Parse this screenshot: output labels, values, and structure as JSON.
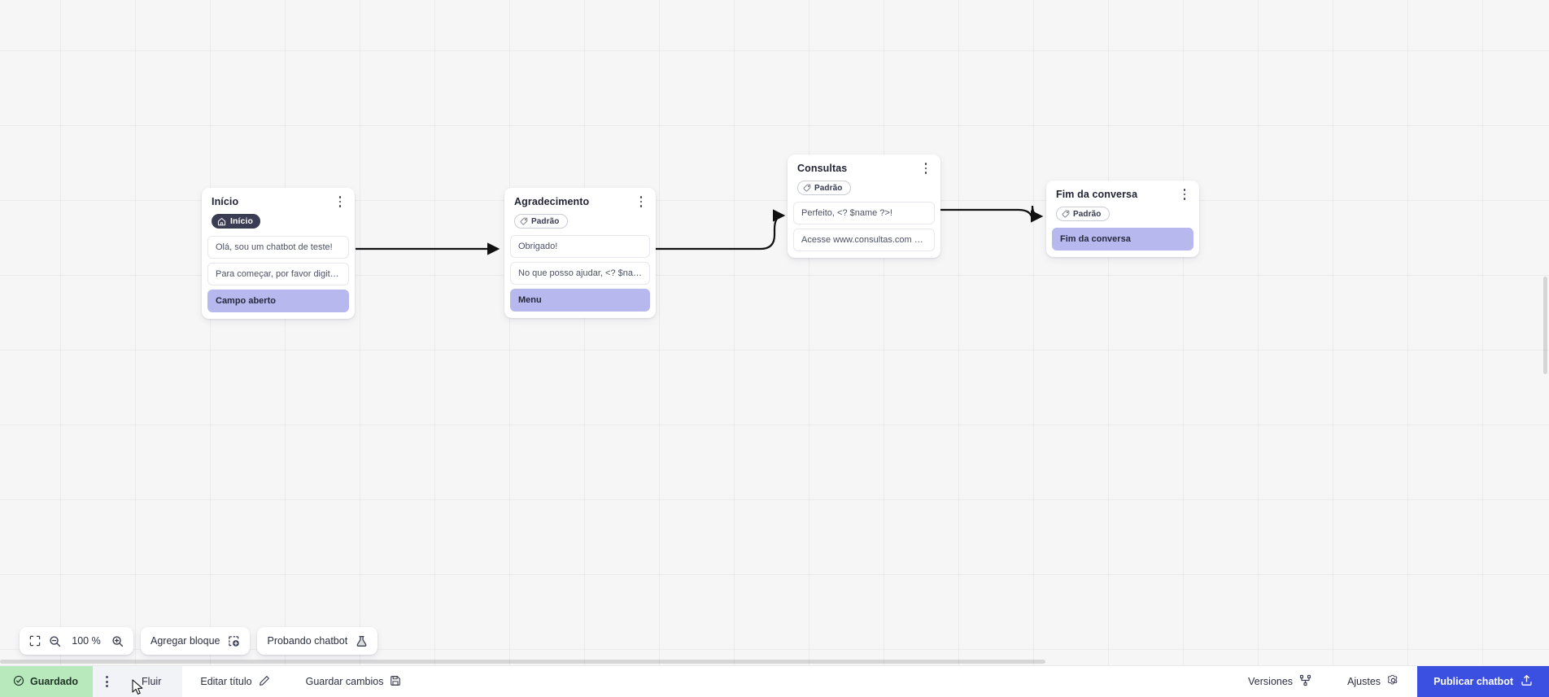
{
  "canvas": {
    "zoom_level": "100 %",
    "nodes": [
      {
        "id": "inicio",
        "title": "Início",
        "badge": {
          "label": "Início",
          "icon": "home-icon",
          "style": "start"
        },
        "rows": [
          {
            "text": "Olá, sou um chatbot de teste!",
            "accent": false
          },
          {
            "text": "Para começar, por favor digite o ...",
            "accent": false
          },
          {
            "text": "Campo aberto",
            "accent": true
          }
        ]
      },
      {
        "id": "agradecimento",
        "title": "Agradecimento",
        "badge": {
          "label": "Padrão",
          "icon": "tag-icon",
          "style": "default"
        },
        "rows": [
          {
            "text": "Obrigado!",
            "accent": false
          },
          {
            "text": "No que posso ajudar, <? $name ...",
            "accent": false
          },
          {
            "text": "Menu",
            "accent": true
          }
        ]
      },
      {
        "id": "consultas",
        "title": "Consultas",
        "badge": {
          "label": "Padrão",
          "icon": "tag-icon",
          "style": "default"
        },
        "rows": [
          {
            "text": "Perfeito, <? $name ?>!",
            "accent": false
          },
          {
            "text": "Acesse www.consultas.com par...",
            "accent": false
          }
        ]
      },
      {
        "id": "fim",
        "title": "Fim da conversa",
        "badge": {
          "label": "Padrão",
          "icon": "tag-icon",
          "style": "default"
        },
        "rows": [
          {
            "text": "Fim da conversa",
            "accent": true
          }
        ]
      }
    ]
  },
  "toolbar": {
    "fit_icon": "fit-screen-icon",
    "zoom_out_icon": "zoom-out-icon",
    "zoom_in_icon": "zoom-in-icon",
    "zoom_value": "100 %",
    "add_block_label": "Agregar bloque",
    "add_block_icon": "add-block-icon",
    "test_chatbot_label": "Probando chatbot",
    "test_chatbot_icon": "flask-icon"
  },
  "statusbar": {
    "saved_label": "Guardado",
    "saved_icon": "check-circle-icon",
    "kebab_icon": "kebab-menu-icon",
    "flow_tab_label": "Fluir",
    "edit_title_label": "Editar título",
    "edit_title_icon": "pencil-icon",
    "save_changes_label": "Guardar cambios",
    "save_changes_icon": "floppy-disk-icon",
    "versions_label": "Versiones",
    "versions_icon": "branch-icon",
    "settings_label": "Ajustes",
    "settings_icon": "gear-icon",
    "publish_label": "Publicar chatbot",
    "publish_icon": "upload-icon"
  },
  "colors": {
    "accent_row": "#b7b8ee",
    "publish_blue": "#3b50e0",
    "saved_green": "#b7e9bd",
    "badge_dark": "#393c52"
  }
}
